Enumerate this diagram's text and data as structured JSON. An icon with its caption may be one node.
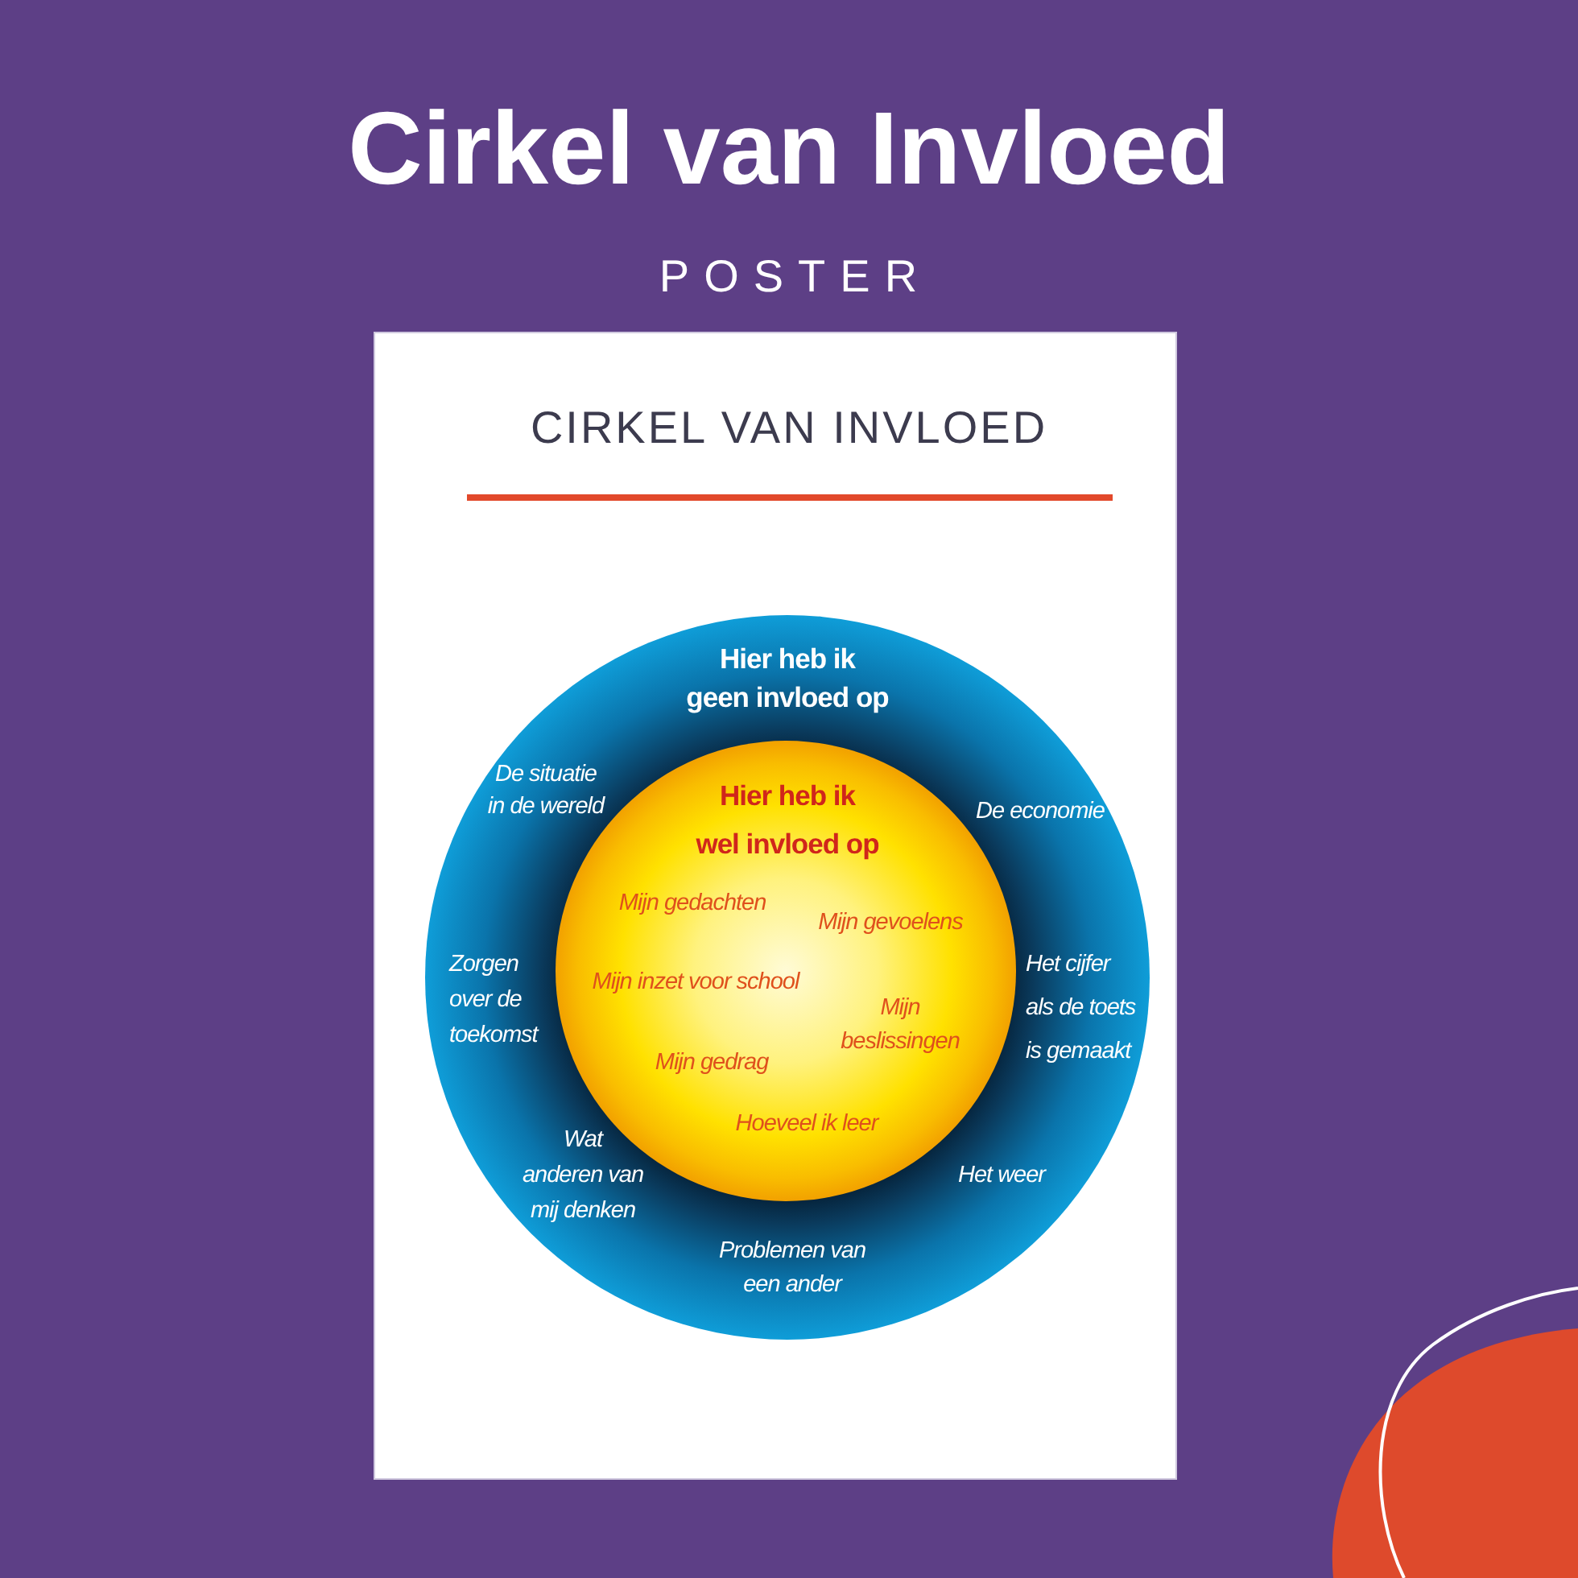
{
  "diagram": {
    "title": "Cirkel van Invloed",
    "nodes": [
      {
        "text": [
          "CIRKEL VAN INVLOED"
        ]
      },
      {
        "text": [
          "Hier heb ik geen invloed op",
          "De situatie in de wereld",
          "De economie",
          "Zorgen over de toekomst",
          "Het cijfer als de toets is gemaakt",
          "Wat anderen van mij denken",
          "Het weer",
          "Problemen van een ander"
        ],
        "in": 0
      },
      {
        "text": [
          "Hier heb ik wel invloed op",
          "Mijn gedachten",
          "Mijn gevoelens",
          "Mijn inzet voor school",
          "Mijn beslissingen",
          "Mijn gedrag",
          "Hoeveel ik leer"
        ],
        "in": 1
      }
    ],
    "labels": [
      "POSTER"
    ]
  }
}
